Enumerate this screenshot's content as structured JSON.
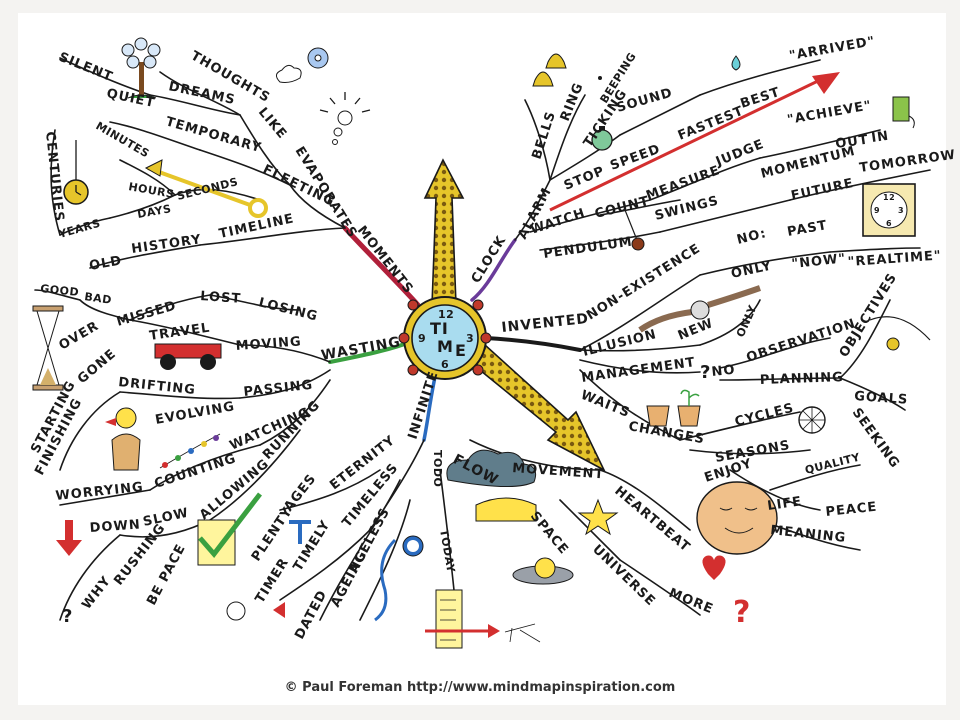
{
  "center": {
    "lines": [
      "TI",
      "M",
      "E"
    ],
    "digits": [
      "12",
      "3",
      "6",
      "9"
    ]
  },
  "labels": {
    "moments": "MOMENTS",
    "evaporates": "EVAPORATES",
    "like": "LIKE",
    "thoughts": "THOUGHTS",
    "dreams": "DREAMS",
    "silent": "SILENT",
    "quiet": "QUIET",
    "temporary": "TEMPORARY",
    "fleeting": "FLEETING",
    "seconds": "SECONDS",
    "minutes": "MINUTES",
    "hours": "HOURS",
    "days": "DAYS",
    "years": "YEARS",
    "centuries": "CENTURIES",
    "timeline": "TIMELINE",
    "history": "HISTORY",
    "old": "OLD",
    "clock": "CLOCK",
    "alarm": "ALARM",
    "bells": "BELLS",
    "ring": "RING",
    "ticking": "TICKING",
    "beeping": "BEEPING",
    "sound": "SOUND",
    "stop": "STOP",
    "speed": "SPEED",
    "fastest": "FASTEST",
    "best": "BEST",
    "arrived": "\"ARRIVED\"",
    "achieve": "\"ACHIEVE\"",
    "watch": "WATCH",
    "count": "COUNT",
    "measure": "MEASURE",
    "judge": "JUDGE",
    "momentum": "MOMENTUM",
    "out": "OUT",
    "in": "IN",
    "swings": "SWINGS",
    "pendulum": "PENDULUM",
    "tomorrow": "TOMORROW",
    "future": "FUTURE",
    "no": "NO:",
    "past": "PAST",
    "only": "ONLY",
    "now": "\"NOW\"",
    "realtime": "\"REALTIME\"",
    "non_existence": "NON-EXISTENCE",
    "invented": "INVENTED",
    "illusion": "ILLUSION",
    "new": "NEW",
    "only2": "ONLY",
    "observation": "OBSERVATION",
    "management": "MANAGEMENT",
    "question": "?",
    "no2": "NO",
    "planning": "PLANNING",
    "objectives": "OBJECTIVES",
    "goals": "GOALS",
    "seeking": "SEEKING",
    "waits": "WAITS",
    "changes": "CHANGES",
    "cycles": "CYCLES",
    "seasons": "SEASONS",
    "enjoy": "ENJOY",
    "quality": "QUALITY",
    "life": "LIFE",
    "peace": "PEACE",
    "meaning": "MEANING",
    "flow": "FLOW",
    "movement": "MOVEMENT",
    "heartbeat": "HEARTBEAT",
    "space": "SPACE",
    "universe": "UNIVERSE",
    "more": "MORE",
    "todo": "TODO",
    "today": "TODAY",
    "infinite": "INFINITE",
    "eternity": "ETERNITY",
    "ages": "AGES",
    "plenty": "PLENTY",
    "timeless": "TIMELESS",
    "ageless": "AGELESS",
    "timely": "TIMELY",
    "timer": "TIMER",
    "ageing": "AGEING",
    "dated": "DATED",
    "wasting": "WASTING",
    "moving": "MOVING",
    "travel": "TRAVEL",
    "losing": "LOSING",
    "lost": "LOST",
    "missed": "MISSED",
    "good": "GOOD",
    "bad": "BAD",
    "over": "OVER",
    "gone": "GONE",
    "passing": "PASSING",
    "drifting": "DRIFTING",
    "starting": "STARTING",
    "finishing": "FINISHING",
    "evolving": "EVOLVING",
    "watching": "WATCHING",
    "running": "RUNNING",
    "counting": "COUNTING",
    "worrying": "WORRYING",
    "allowing": "ALLOWING",
    "slow": "SLOW",
    "down": "DOWN",
    "rushing": "RUSHING",
    "why": "WHY",
    "q": "?",
    "be_pace": "BE PACE"
  },
  "credit": "© Paul Foreman http://www.mindmapinspiration.com"
}
